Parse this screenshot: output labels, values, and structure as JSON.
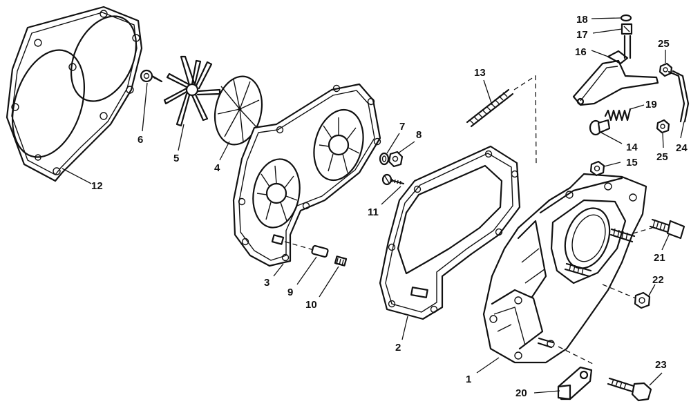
{
  "callouts": [
    {
      "id": "c1",
      "text": "1"
    },
    {
      "id": "c2",
      "text": "2"
    },
    {
      "id": "c3",
      "text": "3"
    },
    {
      "id": "c4",
      "text": "4"
    },
    {
      "id": "c5",
      "text": "5"
    },
    {
      "id": "c6",
      "text": "6"
    },
    {
      "id": "c7",
      "text": "7"
    },
    {
      "id": "c8",
      "text": "8"
    },
    {
      "id": "c9",
      "text": "9"
    },
    {
      "id": "c10",
      "text": "10"
    },
    {
      "id": "c11",
      "text": "11"
    },
    {
      "id": "c12",
      "text": "12"
    },
    {
      "id": "c13",
      "text": "13"
    },
    {
      "id": "c14",
      "text": "14"
    },
    {
      "id": "c15",
      "text": "15"
    },
    {
      "id": "c16",
      "text": "16"
    },
    {
      "id": "c17",
      "text": "17"
    },
    {
      "id": "c18",
      "text": "18"
    },
    {
      "id": "c19",
      "text": "19"
    },
    {
      "id": "c20",
      "text": "20"
    },
    {
      "id": "c21",
      "text": "21"
    },
    {
      "id": "c22",
      "text": "22"
    },
    {
      "id": "c23",
      "text": "23"
    },
    {
      "id": "c24",
      "text": "24"
    },
    {
      "id": "c25a",
      "text": "25"
    },
    {
      "id": "c25b",
      "text": "25"
    }
  ]
}
